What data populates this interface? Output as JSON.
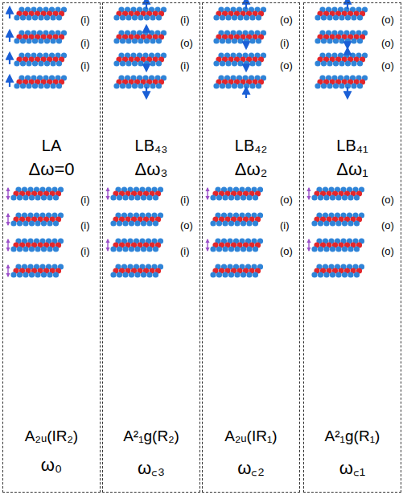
{
  "diagram": {
    "nodes": [
      {
        "text": [
          "LA",
          "Δω=0",
          "A₂ᵤ(IR₂)",
          "ω₀"
        ]
      },
      {
        "text": [
          "LB₄₃",
          "Δω₃",
          "A²₁g(R₂)",
          "ω꜀₃"
        ]
      },
      {
        "text": [
          "LB₄₂",
          "Δω₂",
          "A₂ᵤ(IR₁)",
          "ω꜀₂"
        ]
      },
      {
        "text": [
          "LB₄₁",
          "Δω₁",
          "A²₁g(R₁)",
          "ω꜀₁"
        ]
      }
    ],
    "labels": [
      "(i)",
      "(i)",
      "(i)",
      "(i)",
      "(o)",
      "(i)",
      "(o)",
      "(i)",
      "(o)",
      "(o)",
      "(o)",
      "(o)",
      "(i)",
      "(i)",
      "(i)",
      "(i)",
      "(o)",
      "(i)",
      "(o)",
      "(i)",
      "(o)",
      "(o)",
      "(o)",
      "(o)"
    ]
  }
}
